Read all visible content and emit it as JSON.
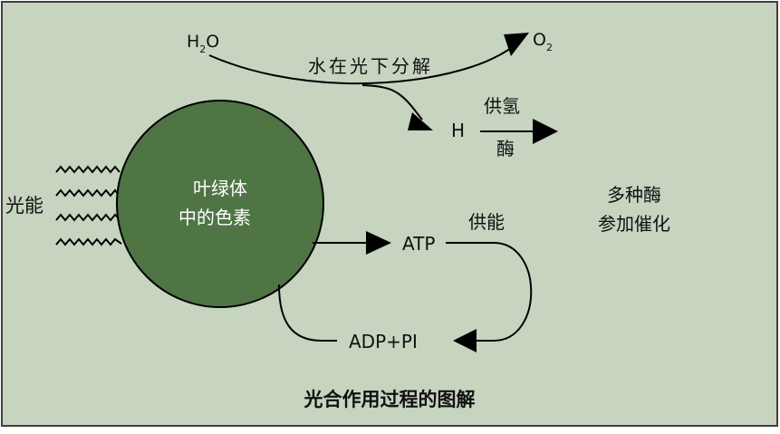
{
  "diagram": {
    "colors": {
      "background": "#c7d4c0",
      "border": "#404040",
      "chloroplast": "#4f7545",
      "line": "#000000",
      "text": "#111111",
      "chloroplast_text": "#ffffff"
    },
    "water": {
      "h": "H",
      "sub": "2",
      "o": "O"
    },
    "oxygen": {
      "o": "O",
      "sub": "2"
    },
    "split_label": "水在光下分解",
    "hydrogen": "H",
    "supply_h": "供氢",
    "enzyme": "酶",
    "light_energy": "光能",
    "chloroplast": {
      "line1": "叶绿体",
      "line2": "中的色素"
    },
    "atp": "ATP",
    "supply_energy": "供能",
    "adp": "ADP+PI",
    "enzymes": {
      "line1": "多种酶",
      "line2": "参加催化"
    },
    "title": "光合作用过程的图解",
    "icons": {
      "light_rays": "zigzag-wave",
      "arrowheads": "filled-triangle"
    }
  }
}
